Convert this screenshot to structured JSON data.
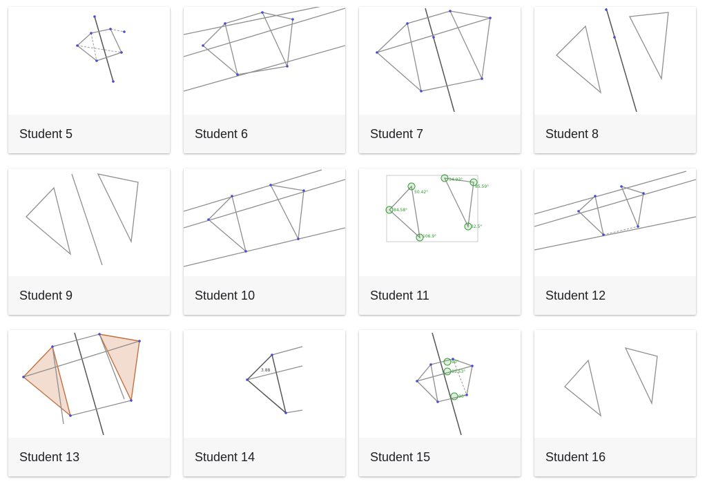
{
  "cards": [
    {
      "title": "Student 5"
    },
    {
      "title": "Student 6"
    },
    {
      "title": "Student 7"
    },
    {
      "title": "Student 8"
    },
    {
      "title": "Student 9"
    },
    {
      "title": "Student 10"
    },
    {
      "title": "Student 11"
    },
    {
      "title": "Student 12"
    },
    {
      "title": "Student 13"
    },
    {
      "title": "Student 14"
    },
    {
      "title": "Student 15"
    },
    {
      "title": "Student 16"
    }
  ],
  "annotations": {
    "student11": {
      "a1": "50.42°",
      "a2": "84.58°",
      "a3": "106.9°",
      "a4": "34.93°",
      "a5": "85.59°",
      "a6": "32.5°"
    },
    "student14": {
      "measure": "3.88"
    },
    "student15": {
      "a1": "90°",
      "a2": "85.53°"
    }
  },
  "colors": {
    "point": "#4a4ad0",
    "angle": "#2a9a2a",
    "highlight": "#c07040",
    "label_bar": "#f7f7f7"
  }
}
